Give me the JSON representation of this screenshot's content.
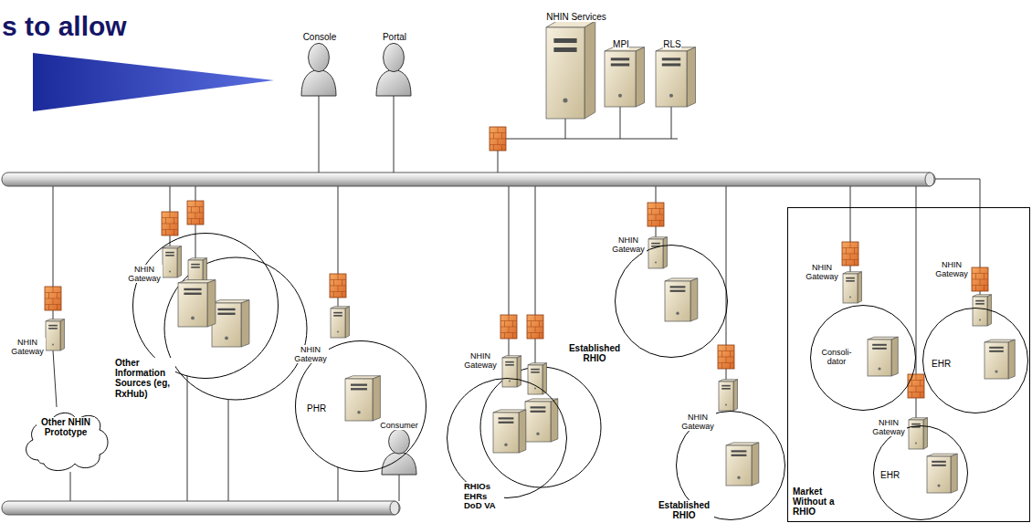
{
  "diagram": {
    "nodes": [
      {
        "text": [
          "Other NHIN Prototype"
        ]
      },
      {
        "text": [
          "Other Information Sources (eg, RxHub)"
        ]
      },
      {
        "text": [
          "PHR"
        ]
      },
      {
        "text": [
          "RHIOs EHRs DoD VA"
        ]
      },
      {
        "text": [
          "Established RHIO"
        ]
      },
      {
        "text": [
          "Established RHIO"
        ]
      },
      {
        "text": [
          "Market Without a RHIO"
        ]
      },
      {
        "text": [
          "Consoli- dator"
        ],
        "in": 6
      },
      {
        "text": [
          "EHR"
        ],
        "in": 6
      },
      {
        "text": [
          "EHR"
        ],
        "in": 6
      }
    ],
    "labels": [
      "s to allow",
      "Console",
      "Portal",
      "NHIN Services",
      "MPI",
      "RLS",
      "NHIN Gateway",
      "NHIN Gateway",
      "NHIN Gateway",
      "NHIN Gateway",
      "NHIN Gateway",
      "NHIN Gateway",
      "NHIN Gateway",
      "NHIN Gateway",
      "NHIN Gateway",
      "Consumer"
    ]
  }
}
